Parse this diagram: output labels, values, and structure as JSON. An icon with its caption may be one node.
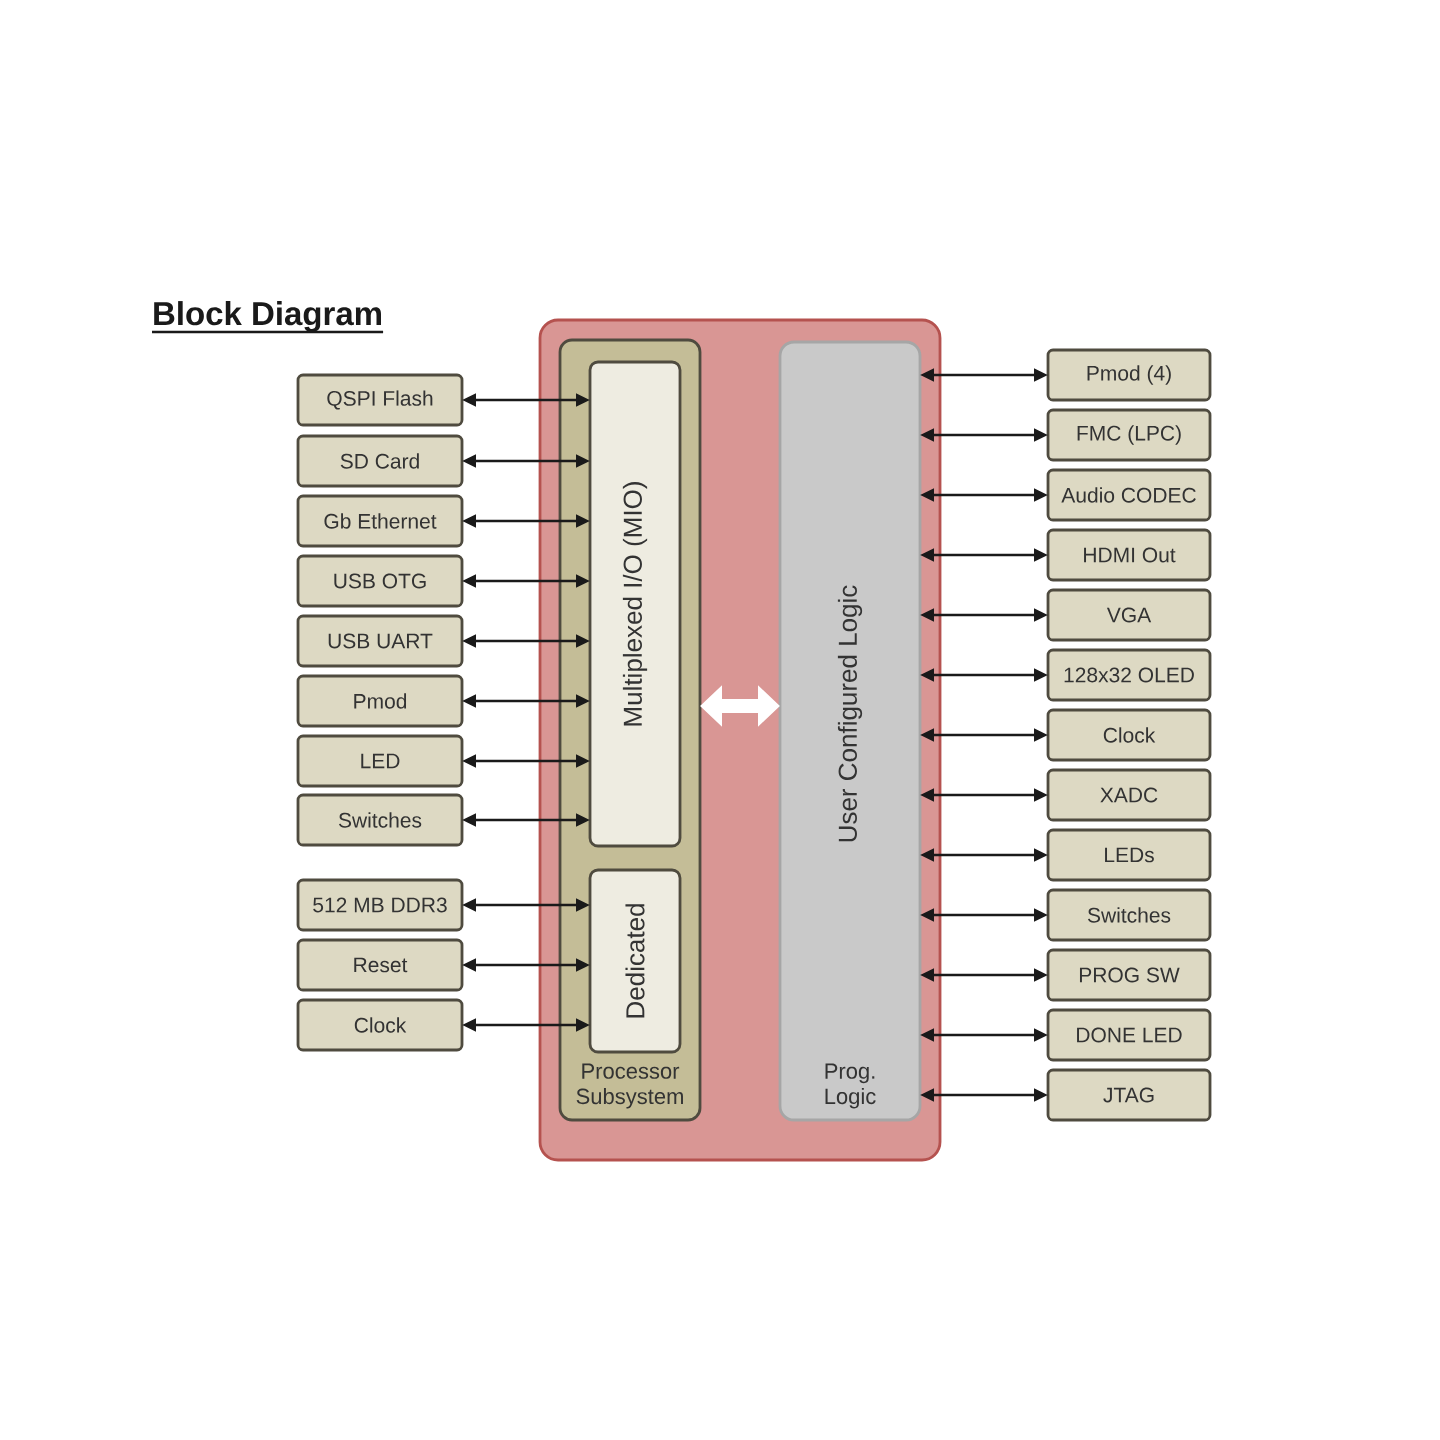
{
  "diagram": {
    "title": "Block Diagram",
    "nodes": [
      {
        "text": [
          "QSPI Flash"
        ]
      },
      {
        "text": [
          "SD Card"
        ]
      },
      {
        "text": [
          "Gb Ethernet"
        ]
      },
      {
        "text": [
          "USB OTG"
        ]
      },
      {
        "text": [
          "USB UART"
        ]
      },
      {
        "text": [
          "Pmod"
        ]
      },
      {
        "text": [
          "LED"
        ]
      },
      {
        "text": [
          "Switches"
        ]
      },
      {
        "text": [
          "512 MB DDR3"
        ]
      },
      {
        "text": [
          "Reset"
        ]
      },
      {
        "text": [
          "Clock"
        ]
      },
      {
        "text": [],
        "shape": "box"
      },
      {
        "text": [
          "Processor Subsystem"
        ],
        "in": 11
      },
      {
        "text": [
          "Multiplexed I/O (MIO)"
        ],
        "in": 12
      },
      {
        "text": [
          "Dedicated"
        ],
        "in": 12
      },
      {
        "text": [
          "User Configured Logic",
          "Prog. Logic"
        ],
        "in": 11
      },
      {
        "text": [
          "Pmod (4)"
        ]
      },
      {
        "text": [
          "FMC (LPC)"
        ]
      },
      {
        "text": [
          "Audio CODEC"
        ]
      },
      {
        "text": [
          "HDMI Out"
        ]
      },
      {
        "text": [
          "VGA"
        ]
      },
      {
        "text": [
          "128x32 OLED"
        ]
      },
      {
        "text": [
          "Clock"
        ]
      },
      {
        "text": [
          "XADC"
        ]
      },
      {
        "text": [
          "LEDs"
        ]
      },
      {
        "text": [
          "Switches"
        ]
      },
      {
        "text": [
          "PROG SW"
        ]
      },
      {
        "text": [
          "DONE LED"
        ]
      },
      {
        "text": [
          "JTAG"
        ]
      }
    ],
    "edges": [
      {
        "from": 0,
        "to": 13,
        "arrow": "both"
      },
      {
        "from": 1,
        "to": 13,
        "arrow": "both"
      },
      {
        "from": 2,
        "to": 13,
        "arrow": "both"
      },
      {
        "from": 3,
        "to": 13,
        "arrow": "both"
      },
      {
        "from": 4,
        "to": 13,
        "arrow": "both"
      },
      {
        "from": 5,
        "to": 13,
        "arrow": "both"
      },
      {
        "from": 6,
        "to": 13,
        "arrow": "both"
      },
      {
        "from": 7,
        "to": 13,
        "arrow": "both"
      },
      {
        "from": 8,
        "to": 14,
        "arrow": "both"
      },
      {
        "from": 9,
        "to": 14,
        "arrow": "both"
      },
      {
        "from": 10,
        "to": 14,
        "arrow": "both"
      },
      {
        "from": 12,
        "to": 15,
        "arrow": "both",
        "style": "thick",
        "color": "#ffffff"
      },
      {
        "from": 15,
        "to": 16,
        "arrow": "both"
      },
      {
        "from": 15,
        "to": 17,
        "arrow": "both"
      },
      {
        "from": 15,
        "to": 18,
        "arrow": "both"
      },
      {
        "from": 15,
        "to": 19,
        "arrow": "both"
      },
      {
        "from": 15,
        "to": 20,
        "arrow": "both"
      },
      {
        "from": 15,
        "to": 21,
        "arrow": "both"
      },
      {
        "from": 15,
        "to": 22,
        "arrow": "both"
      },
      {
        "from": 15,
        "to": 23,
        "arrow": "both"
      },
      {
        "from": 15,
        "to": 24,
        "arrow": "both"
      },
      {
        "from": 15,
        "to": 25,
        "arrow": "both"
      },
      {
        "from": 15,
        "to": 26,
        "arrow": "both"
      },
      {
        "from": 15,
        "to": 27,
        "arrow": "both"
      },
      {
        "from": 15,
        "to": 28,
        "arrow": "both"
      }
    ]
  }
}
